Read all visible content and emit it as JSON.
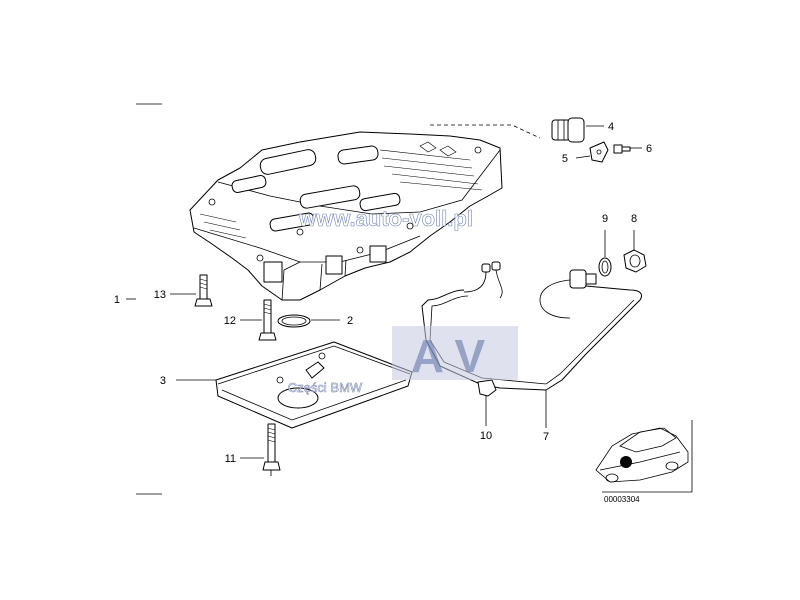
{
  "callouts": [
    {
      "id": "1",
      "text": "1"
    },
    {
      "id": "2",
      "text": "2"
    },
    {
      "id": "3",
      "text": "3"
    },
    {
      "id": "4",
      "text": "4"
    },
    {
      "id": "5",
      "text": "5"
    },
    {
      "id": "6",
      "text": "6"
    },
    {
      "id": "7",
      "text": "7"
    },
    {
      "id": "8",
      "text": "8"
    },
    {
      "id": "9",
      "text": "9"
    },
    {
      "id": "10",
      "text": "10"
    },
    {
      "id": "11",
      "text": "11"
    },
    {
      "id": "12",
      "text": "12"
    },
    {
      "id": "13",
      "text": "13"
    }
  ],
  "watermark": {
    "site": "www.auto-voll.pl",
    "logo_letters": "AV",
    "caption": "Części BMW"
  },
  "diagram_code": "00003304",
  "colors": {
    "line": "#000000",
    "watermark_blue": "#5b6fa6",
    "watermark_light": "#c4cbe0"
  }
}
